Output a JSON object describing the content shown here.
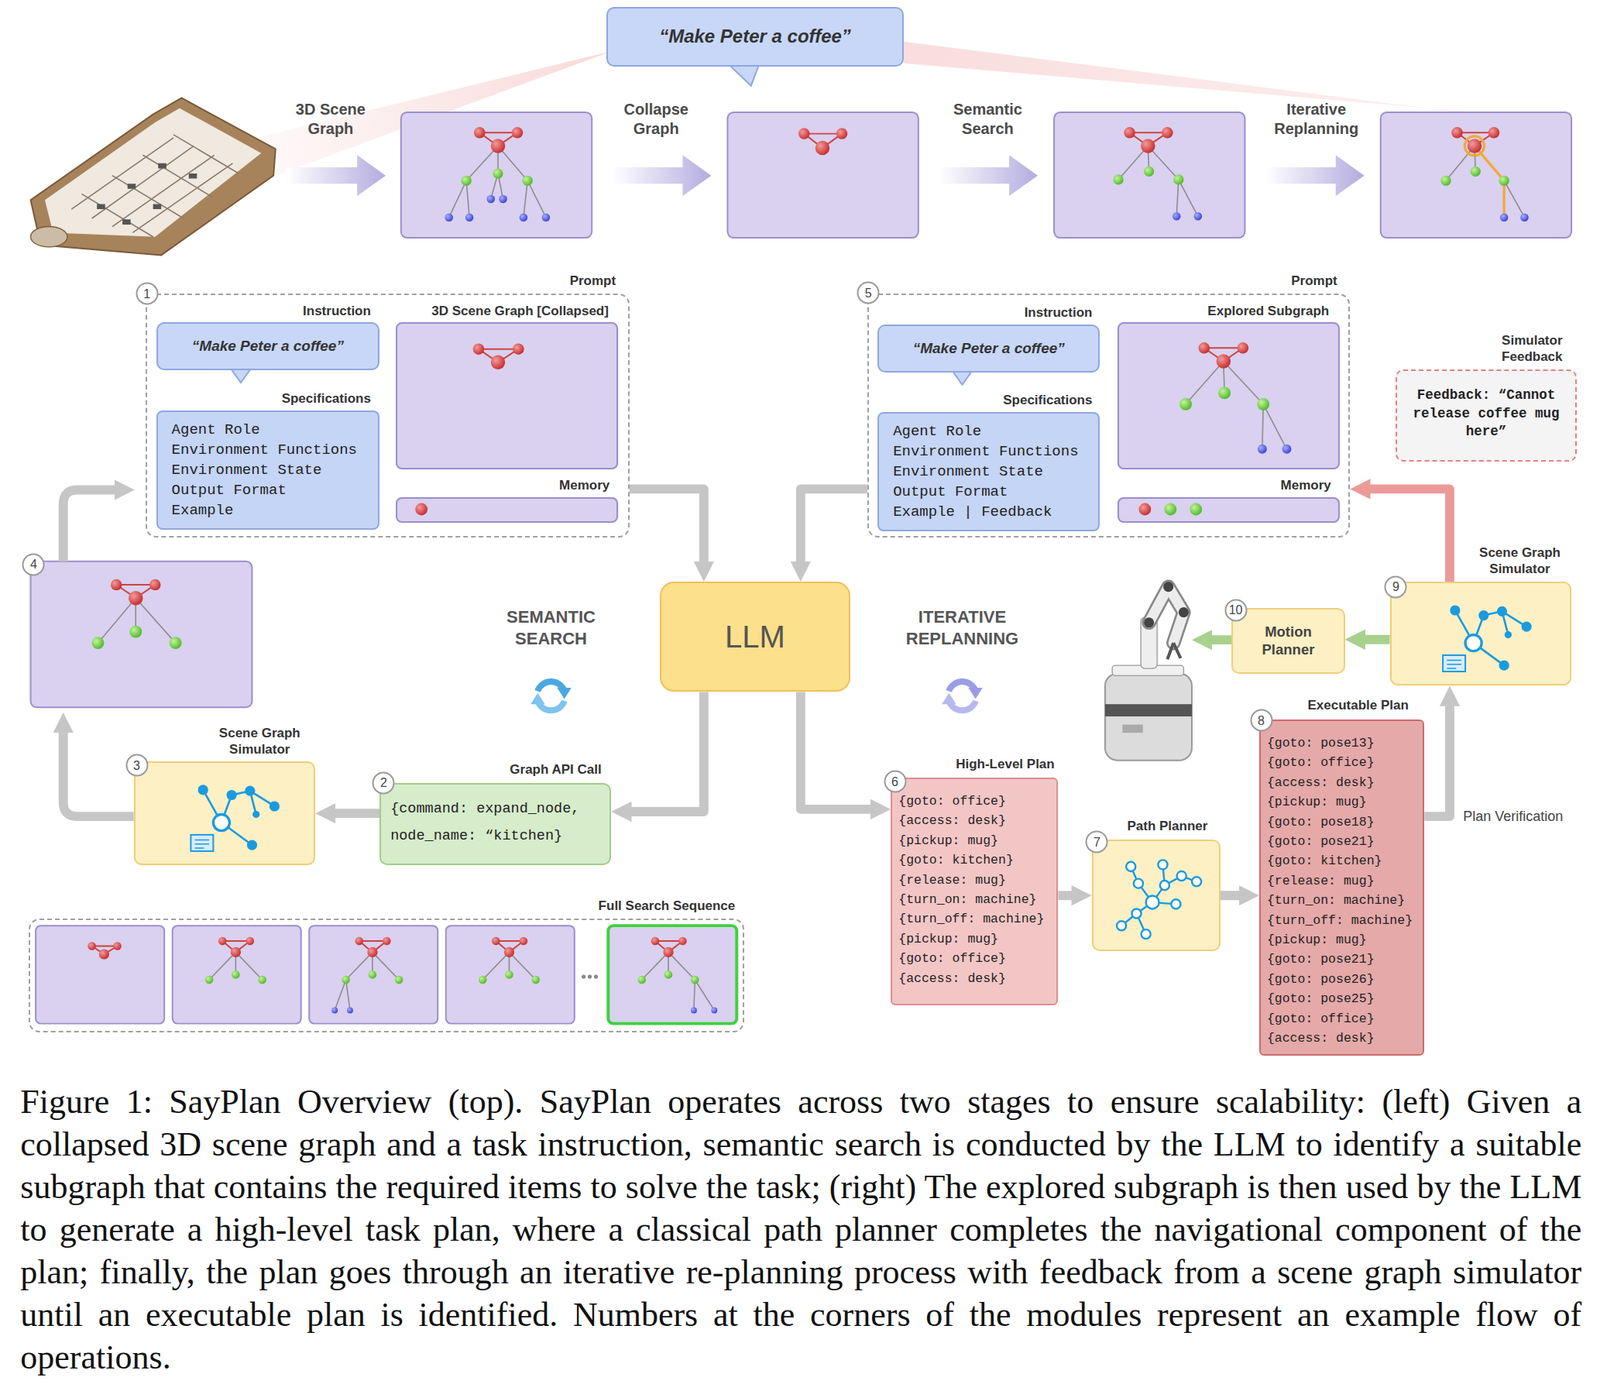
{
  "diagram": {
    "caption": "Figure 1: SayPlan Overview (top). SayPlan operates across two stages to ensure scalability: (left) Given a collapsed 3D scene graph and a task instruction, semantic search is conducted by the LLM to identify a suitable subgraph that contains the required items to solve the task; (right) The explored subgraph is then used by the LLM to generate a high-level task plan, where a classical path planner completes the navigational component of the plan; finally, the plan goes through an iterative re-planning process with feedback from a scene graph simulator until an executable plan is identified. Numbers at the corners of the modules represent an example flow of operations.",
    "nodes": [
      {
        "text": [
          "“Make Peter a coffee”"
        ]
      },
      {
        "text": [
          "Prompt"
        ]
      },
      {
        "text": [
          "Instruction",
          "“Make Peter a coffee”"
        ],
        "in": 1
      },
      {
        "text": [
          "Specifications",
          "Agent Role",
          "Environment Functions",
          "Environment State",
          "Output Format",
          "Example"
        ],
        "in": 1
      },
      {
        "text": [
          "3D Scene Graph [Collapsed]"
        ],
        "in": 1
      },
      {
        "text": [
          "Memory"
        ],
        "in": 1
      },
      {
        "text": [
          "LLM"
        ]
      },
      {
        "text": [
          "Graph API Call",
          "{command: expand_node, node_name: “kitchen}"
        ]
      },
      {
        "text": [
          "Scene Graph Simulator"
        ]
      },
      {
        "text": [
          "Full Search Sequence"
        ]
      },
      {
        "text": [
          "Prompt"
        ]
      },
      {
        "text": [
          "Instruction",
          "“Make Peter a coffee”"
        ],
        "in": 10
      },
      {
        "text": [
          "Specifications",
          "Agent Role",
          "Environment Functions",
          "Environment State",
          "Output Format",
          "Example | Feedback"
        ],
        "in": 10
      },
      {
        "text": [
          "Explored Subgraph"
        ],
        "in": 10
      },
      {
        "text": [
          "Memory"
        ],
        "in": 10
      },
      {
        "text": [
          "Simulator Feedback",
          "Feedback: “Cannot release coffee mug here”"
        ]
      },
      {
        "text": [
          "Scene Graph Simulator"
        ]
      },
      {
        "text": [
          "Motion Planner"
        ]
      },
      {
        "text": [
          "High-Level Plan",
          "{goto: office}",
          "{access: desk}",
          "{pickup: mug}",
          "{goto: kitchen}",
          "{release: mug}",
          "{turn_on: machine}",
          "{turn_off: machine}",
          "{pickup: mug}",
          "{goto: office}",
          "{access: desk}"
        ]
      },
      {
        "text": [
          "Path Planner"
        ]
      },
      {
        "text": [
          "Executable Plan",
          "{goto: pose13}",
          "{goto: office}",
          "{access: desk}",
          "{pickup: mug}",
          "{goto: pose18}",
          "{goto: pose21}",
          "{goto: kitchen}",
          "{release: mug}",
          "{turn_on: machine}",
          "{turn_off: machine}",
          "{pickup: mug}",
          "{goto: pose21}",
          "{goto: pose26}",
          "{goto: pose25}",
          "{goto: office}",
          "{access: desk}"
        ]
      }
    ],
    "edges": [
      {
        "from": 1,
        "to": 6,
        "arrow": "to"
      },
      {
        "from": 6,
        "to": 7,
        "arrow": "to"
      },
      {
        "from": 7,
        "to": 8,
        "arrow": "to"
      },
      {
        "from": 10,
        "to": 6,
        "arrow": "to"
      },
      {
        "from": 6,
        "to": 18,
        "arrow": "to"
      },
      {
        "from": 18,
        "to": 19,
        "arrow": "to"
      },
      {
        "from": 19,
        "to": 20,
        "arrow": "to"
      },
      {
        "from": 20,
        "to": 16,
        "arrow": "to",
        "label": "Plan Verification"
      },
      {
        "from": 16,
        "to": 17,
        "arrow": "to"
      },
      {
        "from": 16,
        "to": 10,
        "arrow": "to"
      }
    ],
    "labels": [
      "3D Scene Graph",
      "Collapse Graph",
      "Semantic Search",
      "Iterative Replanning",
      "1",
      "5",
      "SEMANTIC SEARCH",
      "ITERATIVE REPLANNING",
      "4",
      "2",
      "3",
      "6",
      "7",
      "8",
      "9",
      "10"
    ]
  }
}
